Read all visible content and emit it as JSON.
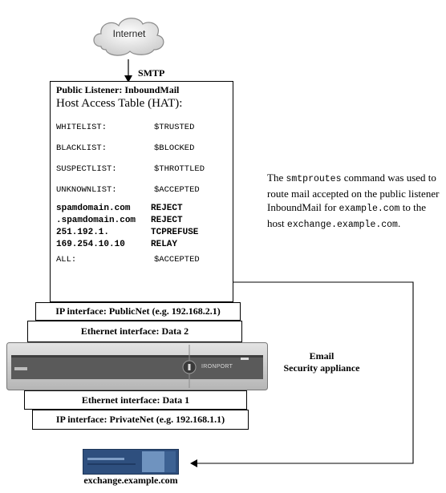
{
  "cloud": {
    "label": "Internet"
  },
  "smtp_label": "SMTP",
  "listener": {
    "title": "Public Listener: InboundMail",
    "hat_heading": "Host Access Table (HAT):",
    "rows": [
      {
        "key": "WHITELIST:",
        "value": "$TRUSTED"
      },
      {
        "key": "BLACKLIST:",
        "value": "$BLOCKED"
      },
      {
        "key": "SUSPECTLIST:",
        "value": "$THROTTLED"
      },
      {
        "key": "UNKNOWNLIST:",
        "value": "$ACCEPTED"
      }
    ],
    "domain_rows": [
      {
        "key": "spamdomain.com",
        "value": "REJECT"
      },
      {
        "key": ".spamdomain.com",
        "value": "REJECT"
      },
      {
        "key": "251.192.1.",
        "value": "TCPREFUSE"
      },
      {
        "key": "169.254.10.10",
        "value": "RELAY"
      }
    ],
    "all_row": {
      "key": "ALL:",
      "value": "$ACCEPTED"
    }
  },
  "note": {
    "prefix": "The ",
    "command": "smtproutes",
    "mid1": " command was used to route mail accepted on the public listener InboundMail for ",
    "domain": "example.com",
    "mid2": "  to the host ",
    "host": "exchange.example.com",
    "suffix": "."
  },
  "interfaces": {
    "public_ip": "IP interface: PublicNet (e.g. 192.168.2.1)",
    "eth_data2": "Ethernet interface: Data 2",
    "eth_data1": "Ethernet interface: Data 1",
    "private_ip": "IP interface: PrivateNet (e.g. 192.168.1.1)"
  },
  "appliance": {
    "label_line1": "Email",
    "label_line2": "Security appliance",
    "brand": "IronPort"
  },
  "server": {
    "label": "exchange.example.com"
  },
  "colors": {
    "appliance_body": "#c9c9c9",
    "appliance_band": "#5a5a5a",
    "server_blue": "#2e4f7e",
    "server_light": "#6f93bf"
  }
}
